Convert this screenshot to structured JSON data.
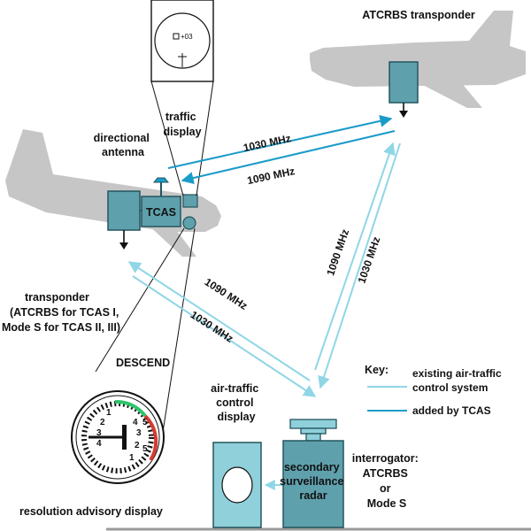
{
  "labels": {
    "atcrbs_transponder": "ATCRBS transponder",
    "traffic_display": [
      "traffic",
      "display"
    ],
    "directional_antenna": [
      "directional",
      "antenna"
    ],
    "tcas": "TCAS",
    "transponder": [
      "transponder",
      "(ATCRBS for TCAS I,",
      "Mode S for TCAS II, III)"
    ],
    "descend": "DESCEND",
    "resolution_advisory_display": "resolution advisory display",
    "atc_display": [
      "air-traffic",
      "control",
      "display"
    ],
    "ssr": [
      "secondary",
      "surveillance",
      "radar"
    ],
    "interrogator": [
      "interrogator:",
      "ATCRBS",
      "or",
      "Mode S"
    ],
    "traffic_readout": "+03"
  },
  "signals": {
    "s1030_top": "1030 MHz",
    "s1090_top": "1090 MHz",
    "s1090_right": "1090 MHz",
    "s1030_right": "1030 MHz",
    "s1090_left": "1090 MHz",
    "s1030_left": "1030 MHz"
  },
  "key": {
    "title": "Key:",
    "existing": [
      "existing air-traffic",
      "control system"
    ],
    "added": "added by TCAS"
  },
  "gauge": {
    "inner_numbers": [
      "1",
      "2",
      "3",
      "4",
      "4",
      "3",
      "2",
      "1"
    ],
    "outer_numbers": [
      "5",
      "5"
    ]
  },
  "colors": {
    "aircraft": "#c6c6c6",
    "equipment": "#5fa0ad",
    "existing_line": "#8fd6e6",
    "tcas_line": "#1a9bc9",
    "ground": "#9a9a9a"
  }
}
